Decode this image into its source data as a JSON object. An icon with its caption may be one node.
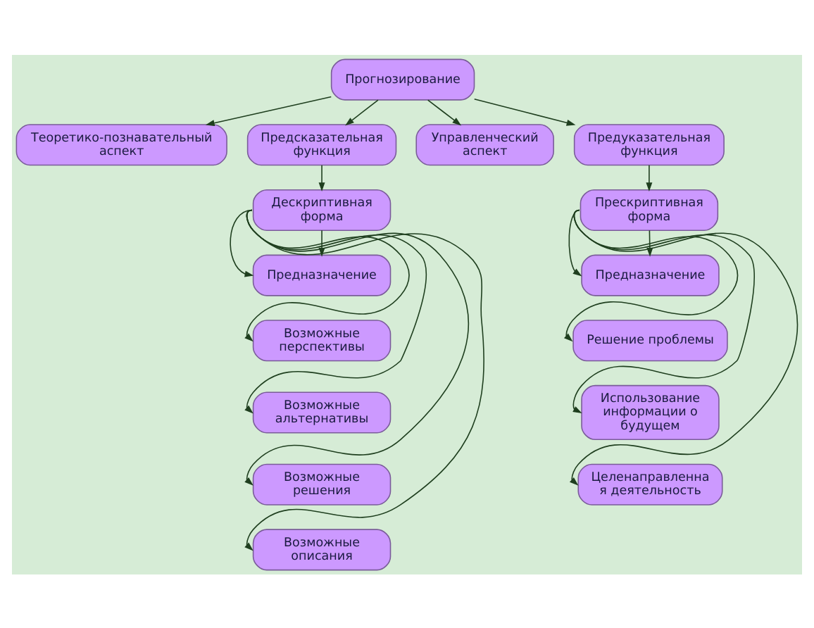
{
  "diagram": {
    "nodes": [
      {
        "text": [
          "Прогнозирование"
        ]
      },
      {
        "text": [
          "Теоретико-познавательный аспект"
        ]
      },
      {
        "text": [
          "Предсказательная функция"
        ]
      },
      {
        "text": [
          "Управленческий аспект"
        ]
      },
      {
        "text": [
          "Предуказательная функция"
        ]
      },
      {
        "text": [
          "Дескриптивная форма"
        ]
      },
      {
        "text": [
          "Предназначение"
        ]
      },
      {
        "text": [
          "Возможные перспективы"
        ]
      },
      {
        "text": [
          "Возможные альтернативы"
        ]
      },
      {
        "text": [
          "Возможные решения"
        ]
      },
      {
        "text": [
          "Возможные описания"
        ]
      },
      {
        "text": [
          "Прескриптивная форма"
        ]
      },
      {
        "text": [
          "Предназначение"
        ]
      },
      {
        "text": [
          "Решение проблемы"
        ]
      },
      {
        "text": [
          "Использование информации о будущем"
        ]
      },
      {
        "text": [
          "Целенаправленна я деятельность"
        ]
      }
    ],
    "edges": [
      {
        "from": 0,
        "to": 1,
        "arrow": "to"
      },
      {
        "from": 0,
        "to": 2,
        "arrow": "to"
      },
      {
        "from": 0,
        "to": 3,
        "arrow": "to"
      },
      {
        "from": 0,
        "to": 4,
        "arrow": "to"
      },
      {
        "from": 2,
        "to": 5,
        "arrow": "to"
      },
      {
        "from": 4,
        "to": 11,
        "arrow": "to"
      },
      {
        "from": 5,
        "to": 6,
        "arrow": "to"
      },
      {
        "from": 5,
        "to": 6,
        "arrow": "to"
      },
      {
        "from": 5,
        "to": 7,
        "arrow": "to"
      },
      {
        "from": 5,
        "to": 8,
        "arrow": "to"
      },
      {
        "from": 5,
        "to": 9,
        "arrow": "to"
      },
      {
        "from": 5,
        "to": 10,
        "arrow": "to"
      },
      {
        "from": 11,
        "to": 12,
        "arrow": "to"
      },
      {
        "from": 11,
        "to": 12,
        "arrow": "to"
      },
      {
        "from": 11,
        "to": 13,
        "arrow": "to"
      },
      {
        "from": 11,
        "to": 14,
        "arrow": "to"
      },
      {
        "from": 11,
        "to": 15,
        "arrow": "to"
      }
    ]
  }
}
